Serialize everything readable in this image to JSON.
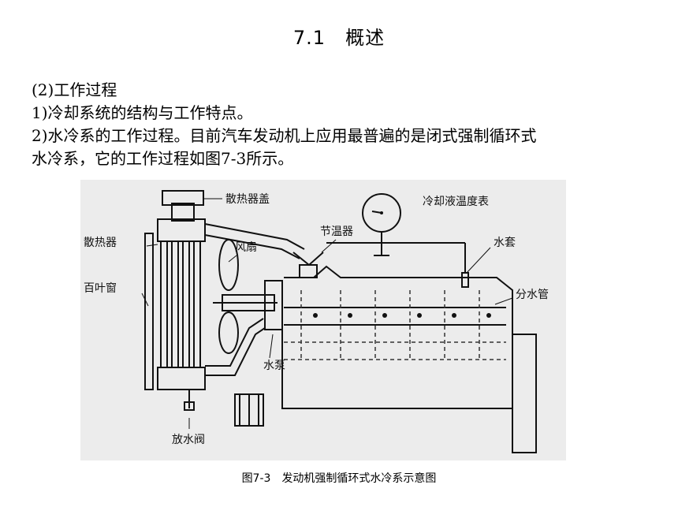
{
  "slide": {
    "title": "7.1　概述",
    "lines": [
      "(2)工作过程",
      "1)冷却系统的结构与工作特点。",
      "2)水冷系的工作过程。目前汽车发动机上应用最普遍的是闭式强制循环式",
      "水冷系，它的工作过程如图7-3所示。"
    ]
  },
  "figure": {
    "labels": {
      "radiator_cap": "散热器盖",
      "coolant_gauge": "冷却液温度表",
      "thermostat": "节温器",
      "radiator": "散热器",
      "fan": "风扇",
      "water_jacket": "水套",
      "shutter": "百叶窗",
      "distribution_pipe": "分水管",
      "water_pump": "水泵",
      "drain_valve": "放水阀"
    },
    "caption_number": "图7-3",
    "caption_text": "发动机强制循环式水冷系示意图"
  }
}
